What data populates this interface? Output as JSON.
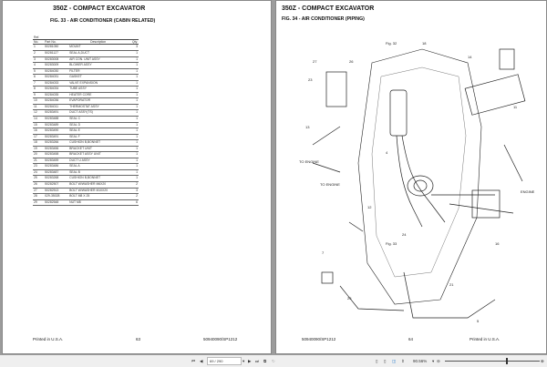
{
  "left_page": {
    "title": "350Z -  COMPACT EXCAVATOR",
    "subtitle": "FIG. 33 - AIR CONDITIONER (CABIN RELATED)",
    "table": {
      "headers": {
        "ref_top": "Ref.",
        "ref": "No.",
        "part": "Part No.",
        "desc": "Description",
        "qty": "Qty."
      },
      "rows": [
        [
          "1",
          "50281050",
          "MOUNT",
          "3"
        ],
        [
          "2",
          "50281127",
          "SEAL A,DUCT",
          "1"
        ],
        [
          "3",
          "50283008",
          "AIR CON. UNIT ASSY",
          "1"
        ],
        [
          "4",
          "50283009",
          "BLOWER ASSY",
          "1"
        ],
        [
          "5",
          "50284030",
          "FILTER",
          "1"
        ],
        [
          "6",
          "50284031",
          "GASKET",
          "1"
        ],
        [
          "7",
          "50284033",
          "VALVE EXPANSION",
          "1"
        ],
        [
          "8",
          "50284034",
          "TUBE ASSY",
          "1"
        ],
        [
          "9",
          "50284035",
          "HEATER CORE",
          "1"
        ],
        [
          "10",
          "50284036",
          "EVAPORATOR",
          "1"
        ],
        [
          "11",
          "50284011",
          "THERMOSTAT ASSY",
          "1"
        ],
        [
          "12",
          "50283491",
          "DUCT ASSY(TS)",
          "1"
        ],
        [
          "14",
          "50283488",
          "SEAL C",
          "1"
        ],
        [
          "15",
          "50283489",
          "SEAL D",
          "1"
        ],
        [
          "16",
          "50283490",
          "SEAL E",
          "1"
        ],
        [
          "17",
          "50283491",
          "SEAL F",
          "1"
        ],
        [
          "18",
          "50283266",
          "CUSHION B,BONNET",
          "1"
        ],
        [
          "19",
          "50283456",
          "BRACKET UNIT",
          "1"
        ],
        [
          "20",
          "50283458",
          "BRACKET ASSY UNIT",
          "1"
        ],
        [
          "21",
          "50283459",
          "DUCT U ASSY",
          "1"
        ],
        [
          "23",
          "50283486",
          "SEAL A",
          "1"
        ],
        [
          "24",
          "50283487",
          "SEAL B",
          "1"
        ],
        [
          "25",
          "50283268",
          "CUSHION B,BONNET",
          "1"
        ],
        [
          "26",
          "50282507",
          "BOLT W/WASHER M6X20",
          "2"
        ],
        [
          "27",
          "50282513",
          "BOLT W/WASHER M10X20",
          "3"
        ],
        [
          "28",
          "029-35028",
          "BOLT M8 X 25",
          "2"
        ],
        [
          "29",
          "50282548",
          "NUT M8",
          "6"
        ]
      ]
    },
    "footer": {
      "printed": "Printed in U.S.A.",
      "page": "63",
      "doc": "50940090/SP1212"
    }
  },
  "right_page": {
    "title": "350Z -  COMPACT EXCAVATOR",
    "subtitle": "FIG. 34 - AIR CONDITIONER (PIPING)",
    "diagram_labels": {
      "to_engine_1": "TO ENGINE",
      "to_engine_2": "TO ENGINE",
      "engine": "ENGINE",
      "fig32": "Fig. 32",
      "fig33": "Fig. 33"
    },
    "footer": {
      "doc": "50940090/SP1212",
      "page": "64",
      "printed": "Printed in U.S.A."
    }
  },
  "toolbar": {
    "page_indicator": "69 / 290",
    "zoom": "90.56%"
  }
}
